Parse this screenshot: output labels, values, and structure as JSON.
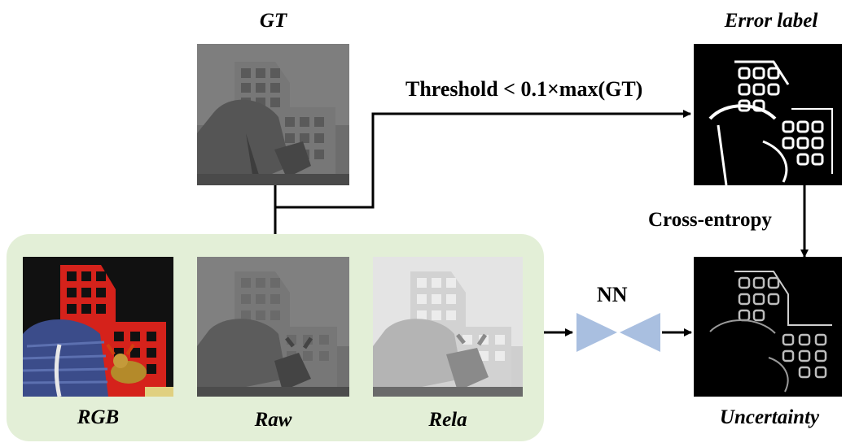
{
  "labels": {
    "gt": "GT",
    "error_label": "Error label",
    "threshold": "Threshold < 0.1×max(GT)",
    "cross_entropy": "Cross-entropy",
    "nn": "NN",
    "rgb": "RGB",
    "raw": "Raw",
    "rela": "Rela",
    "uncertainty": "Uncertainty"
  },
  "colors": {
    "panel": "#e3efd7",
    "nn_block": "#a9bfe0",
    "rgb_structure": "#d5221b",
    "gt_background": "#7e7e7e",
    "raw_background": "#808080",
    "rela_background": "#e4e4e4",
    "map_background": "#000000"
  }
}
